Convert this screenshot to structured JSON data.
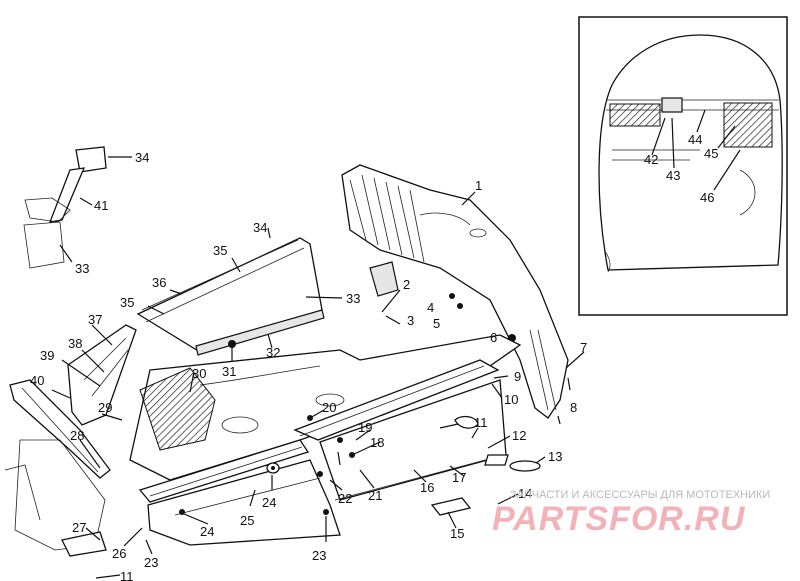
{
  "callouts": [
    {
      "n": "1"
    },
    {
      "n": "2"
    },
    {
      "n": "3"
    },
    {
      "n": "4"
    },
    {
      "n": "5"
    },
    {
      "n": "6"
    },
    {
      "n": "7"
    },
    {
      "n": "8"
    },
    {
      "n": "9"
    },
    {
      "n": "10"
    },
    {
      "n": "11"
    },
    {
      "n": "12"
    },
    {
      "n": "13"
    },
    {
      "n": "14"
    },
    {
      "n": "15"
    },
    {
      "n": "16"
    },
    {
      "n": "17"
    },
    {
      "n": "18"
    },
    {
      "n": "19"
    },
    {
      "n": "20"
    },
    {
      "n": "21"
    },
    {
      "n": "22"
    },
    {
      "n": "23"
    },
    {
      "n": "24"
    },
    {
      "n": "25"
    },
    {
      "n": "26"
    },
    {
      "n": "27"
    },
    {
      "n": "28"
    },
    {
      "n": "29"
    },
    {
      "n": "30"
    },
    {
      "n": "31"
    },
    {
      "n": "32"
    },
    {
      "n": "33"
    },
    {
      "n": "34"
    },
    {
      "n": "35"
    },
    {
      "n": "36"
    },
    {
      "n": "37"
    },
    {
      "n": "38"
    },
    {
      "n": "39"
    },
    {
      "n": "40"
    },
    {
      "n": "41"
    },
    {
      "n": "42"
    },
    {
      "n": "43"
    },
    {
      "n": "44"
    },
    {
      "n": "45"
    },
    {
      "n": "46"
    }
  ],
  "watermark": {
    "subtitle": "ЗАПЧАСТИ И АКСЕССУАРЫ ДЛЯ МОТОТЕХНИКИ",
    "brand": "PARTSFOR.RU",
    "brand_color": "#f2b2b8"
  }
}
